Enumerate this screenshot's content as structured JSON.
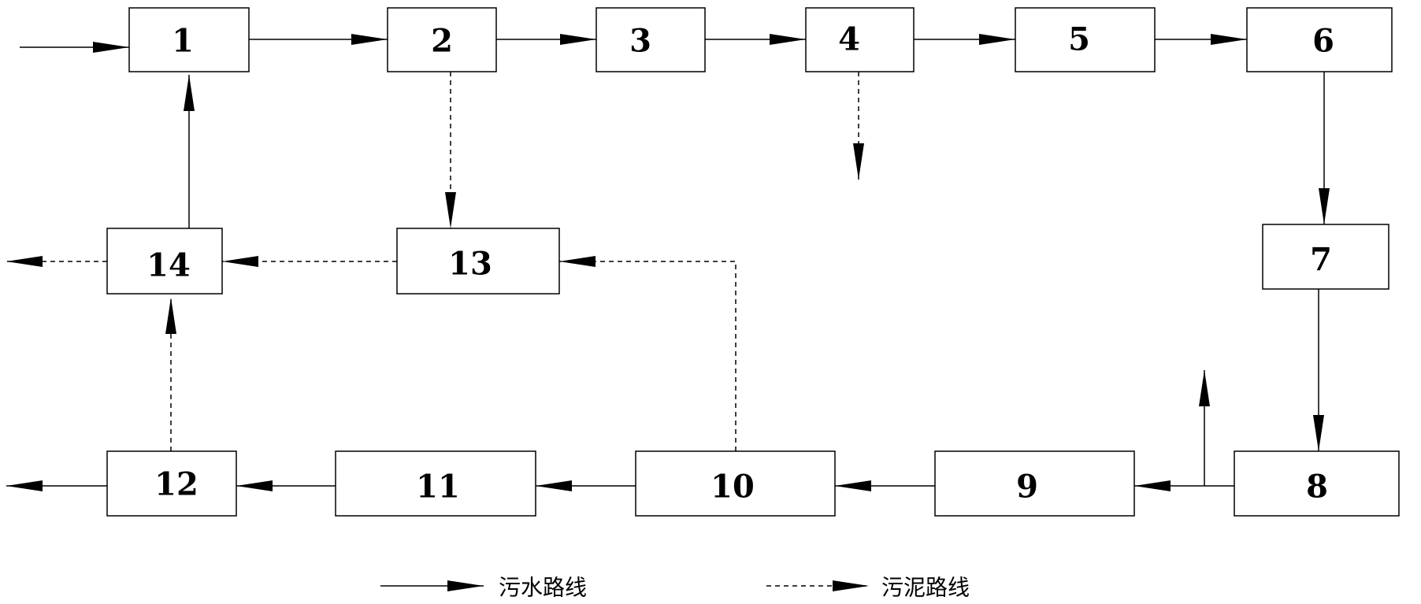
{
  "boxes": [
    {
      "id": "1",
      "label": "1"
    },
    {
      "id": "2",
      "label": "2"
    },
    {
      "id": "3",
      "label": "3"
    },
    {
      "id": "4",
      "label": "4"
    },
    {
      "id": "5",
      "label": "5"
    },
    {
      "id": "6",
      "label": "6"
    },
    {
      "id": "7",
      "label": "7"
    },
    {
      "id": "8",
      "label": "8"
    },
    {
      "id": "9",
      "label": "9"
    },
    {
      "id": "10",
      "label": "10"
    },
    {
      "id": "11",
      "label": "11"
    },
    {
      "id": "12",
      "label": "12"
    },
    {
      "id": "13",
      "label": "13"
    },
    {
      "id": "14",
      "label": "14"
    }
  ],
  "legend": {
    "sewage_label": "污水路线",
    "sludge_label": "污泥路线"
  },
  "connections": [
    {
      "from": "input",
      "to": "1",
      "line": "solid"
    },
    {
      "from": "1",
      "to": "2",
      "line": "solid"
    },
    {
      "from": "2",
      "to": "3",
      "line": "solid"
    },
    {
      "from": "3",
      "to": "4",
      "line": "solid"
    },
    {
      "from": "4",
      "to": "5",
      "line": "solid"
    },
    {
      "from": "5",
      "to": "6",
      "line": "solid"
    },
    {
      "from": "6",
      "to": "7",
      "line": "solid"
    },
    {
      "from": "7",
      "to": "8",
      "line": "solid"
    },
    {
      "from": "8",
      "to": "9",
      "line": "solid"
    },
    {
      "from": "8",
      "to": "output-up",
      "line": "solid"
    },
    {
      "from": "9",
      "to": "10",
      "line": "solid"
    },
    {
      "from": "10",
      "to": "11",
      "line": "solid"
    },
    {
      "from": "11",
      "to": "12",
      "line": "solid"
    },
    {
      "from": "12",
      "to": "output-left",
      "line": "solid"
    },
    {
      "from": "14",
      "to": "1",
      "line": "solid"
    },
    {
      "from": "2",
      "to": "13",
      "line": "dashed"
    },
    {
      "from": "4",
      "to": "output-down",
      "line": "dashed"
    },
    {
      "from": "10",
      "to": "13",
      "line": "dashed"
    },
    {
      "from": "13",
      "to": "14",
      "line": "dashed"
    },
    {
      "from": "12",
      "to": "14",
      "line": "dashed"
    },
    {
      "from": "14",
      "to": "output-left",
      "line": "dashed"
    }
  ]
}
